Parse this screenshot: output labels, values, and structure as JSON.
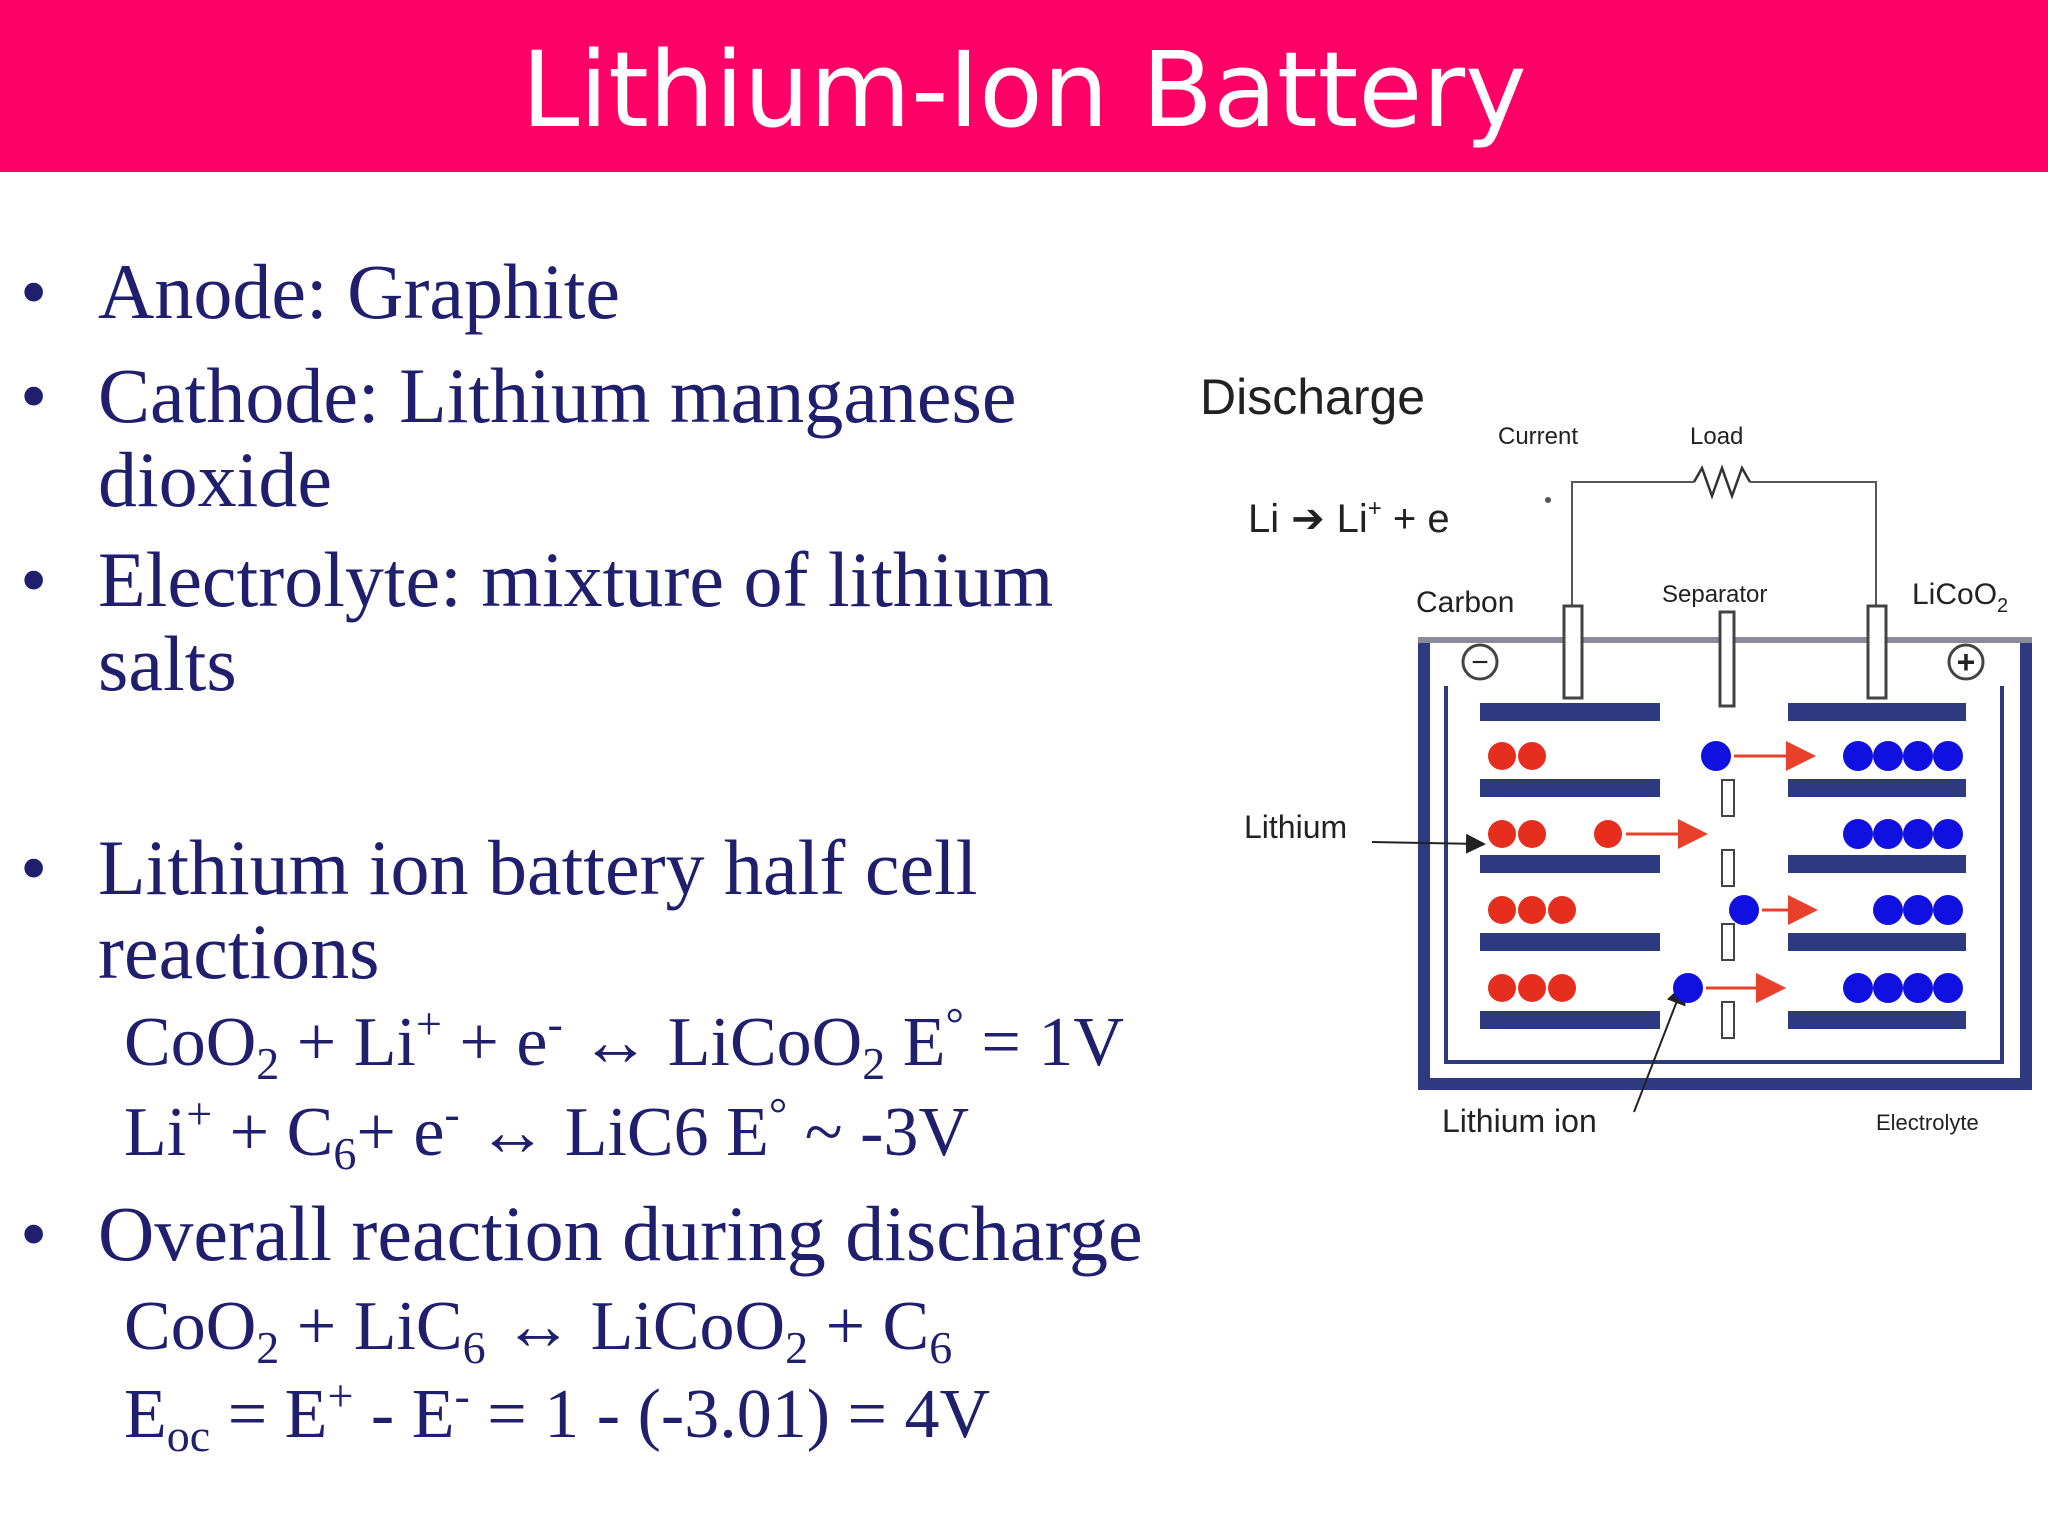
{
  "slide": {
    "title": "Lithium-Ion Battery"
  },
  "bullet_symbol": "•",
  "bullets": [
    {
      "text": "Anode: Graphite"
    },
    {
      "text": "Cathode: Lithium manganese dioxide"
    },
    {
      "text": "Electrolyte: mixture of lithium salts"
    },
    {
      "text": "Lithium ion battery half cell reactions"
    },
    {
      "text": "Overall reaction during discharge"
    }
  ],
  "equations": {
    "half1": {
      "t1": "CoO",
      "s1": "2",
      "t2": " + Li",
      "p1": "+",
      "t3": " + e",
      "p2": "-",
      "t4": " ↔ LiCoO",
      "s2": "2",
      "t5": " E",
      "p3": "°",
      "t6": " = 1V"
    },
    "half2": {
      "t1": "Li",
      "p1": "+",
      "t2": " + C",
      "s1": "6",
      "t3": "+ e",
      "p2": "-",
      "t4": " ↔ LiC6 E",
      "p3": "°",
      "t5": " ~ -3V"
    },
    "overall": {
      "t1": "CoO",
      "s1": "2",
      "t2": " + LiC",
      "s2": "6",
      "t3": " ↔ LiCoO",
      "s3": "2",
      "t4": " + C",
      "s4": "6"
    },
    "eoc": {
      "t1": "E",
      "s1": "oc",
      "t2": " = E",
      "p1": "+",
      "t3": " - E",
      "p2": "-",
      "t4": " = 1 - (-3.01) = 4V"
    }
  },
  "diagram": {
    "discharge_label": "Discharge",
    "current_label": "Current",
    "load_label": "Load",
    "reaction_li": "Li",
    "reaction_arrow": "➔",
    "reaction_liplus": "Li",
    "reaction_plus": "+",
    "reaction_e": " + e",
    "carbon_label": "Carbon",
    "separator_label": "Separator",
    "licoo2_label": "LiCoO",
    "licoo2_sub": "2",
    "minus_sign": "−",
    "plus_sign": "+",
    "lithium_label": "Lithium",
    "lithium_ion_label": "Lithium ion",
    "electrolyte_label": "Electrolyte",
    "colors": {
      "lithium": "#e62e1e",
      "ion": "#1010e0",
      "plate": "#2e3a80",
      "arrow": "#e8402a"
    }
  }
}
